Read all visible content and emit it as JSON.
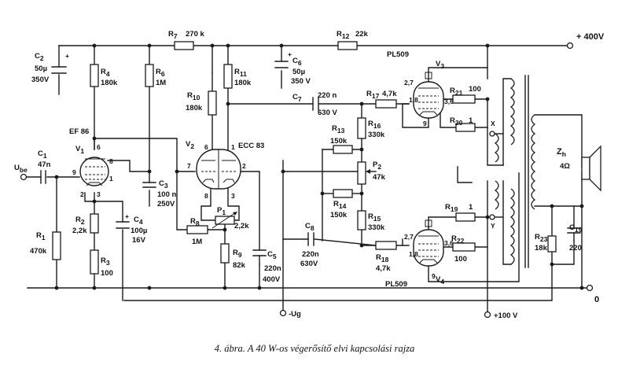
{
  "caption": "4. ábra. A 40 W-os végerősítő elvi kapcsolási rajza",
  "supplies": {
    "b_plus": "+ 400V",
    "v100": "+100 V",
    "neg_ug": "-Ug",
    "ground": "0",
    "input": "U",
    "input_sub": "be"
  },
  "tubes": {
    "v1_type": "EF 86",
    "v1_name": "V",
    "v1_sub": "1",
    "v2_name": "V",
    "v2_sub": "2",
    "v2_type": "ECC 83",
    "v3_type": "PL509",
    "v3_name": "V",
    "v3_sub": "3",
    "v4_type": "PL509",
    "v4_name": "V",
    "v4_sub": "4"
  },
  "pins": {
    "v1_6": "6",
    "v1_8": "8",
    "v1_9": "9",
    "v1_1": "1",
    "v1_2": "2",
    "v1_3": "3",
    "v2_6": "6",
    "v2_1": "1",
    "v2_7": "7",
    "v2_2": "2",
    "v2_8": "8",
    "v2_3": "3",
    "v3_27": "2,7",
    "v3_18": "1,8",
    "v3_36": "3,6",
    "v3_9": "9",
    "v4_27": "2,7",
    "v4_18": "1,8",
    "v4_36": "3,6",
    "v4_9": "9",
    "out_x": "X",
    "out_y": "Y"
  },
  "components": {
    "c1": "C",
    "c1_sub": "1",
    "c1_val": "47n",
    "c2": "C",
    "c2_sub": "2",
    "c2_val1": "50µ",
    "c2_val2": "350V",
    "c3": "C",
    "c3_sub": "3",
    "c3_val1": "100 n",
    "c3_val2": "250V",
    "c4": "C",
    "c4_sub": "4",
    "c4_val1": "100µ",
    "c4_val2": "16V",
    "c5": "C",
    "c5_sub": "5",
    "c5_val1": "220n",
    "c5_val2": "400V",
    "c6": "C",
    "c6_sub": "6",
    "c6_val1": "50µ",
    "c6_val2": "350 V",
    "c7": "C",
    "c7_sub": "7",
    "c7_val1": "220 n",
    "c7_val2": "630 V",
    "c8": "C",
    "c8_sub": "8",
    "c8_val1": "220n",
    "c8_val2": "630V",
    "c19": "C",
    "c19_sub": "19",
    "c19_val": "220",
    "r1": "R",
    "r1_sub": "1",
    "r1_val": "470k",
    "r2": "R",
    "r2_sub": "2",
    "r2_val": "2,2k",
    "r3": "R",
    "r3_sub": "3",
    "r3_val": "100",
    "r4": "R",
    "r4_sub": "4",
    "r4_val": "180k",
    "r6": "R",
    "r6_sub": "6",
    "r6_val": "1M",
    "r7": "R",
    "r7_sub": "7",
    "r7_val": "270 k",
    "r8": "R",
    "r8_sub": "8",
    "r8_val": "1M",
    "r9": "R",
    "r9_sub": "9",
    "r9_val": "82k",
    "r10": "R",
    "r10_sub": "10",
    "r10_val": "180k",
    "r11": "R",
    "r11_sub": "11",
    "r11_val": "180k",
    "r12": "R",
    "r12_sub": "12",
    "r12_val": "22k",
    "r13": "R",
    "r13_sub": "13",
    "r13_val": "150k",
    "r14": "R",
    "r14_sub": "14",
    "r14_val": "150k",
    "r15": "R",
    "r15_sub": "15",
    "r15_val": "330k",
    "r16": "R",
    "r16_sub": "16",
    "r16_val": "330k",
    "r17": "R",
    "r17_sub": "17",
    "r17_val": "4,7k",
    "r18": "R",
    "r18_sub": "18",
    "r18_val": "4,7k",
    "r19": "R",
    "r19_sub": "19",
    "r19_val": "1",
    "r20": "R",
    "r20_sub": "20",
    "r20_val": "1",
    "r21": "R",
    "r21_sub": "21",
    "r21_val": "100",
    "r22": "R",
    "r22_sub": "22",
    "r22_val": "100",
    "r23": "R",
    "r23_sub": "23",
    "r23_val": "18k",
    "p1": "P",
    "p1_sub": "1",
    "p1_val": "2,2k",
    "p2": "P",
    "p2_sub": "2",
    "p2_val": "47k",
    "zh": "Z",
    "zh_sub": "h",
    "zh_val": "4Ω"
  }
}
